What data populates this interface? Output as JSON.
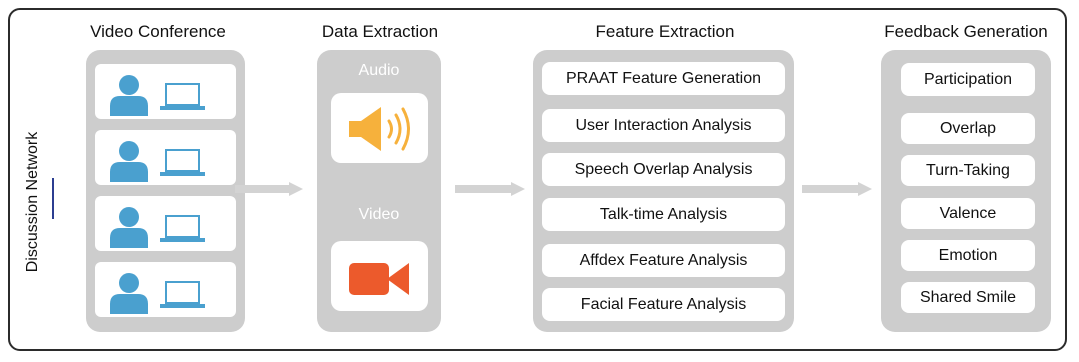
{
  "side_label": "Discussion Network",
  "columns": {
    "video_conference": {
      "title": "Video Conference",
      "rows": [
        {
          "person_icon": "person-icon",
          "laptop_icon": "laptop-icon"
        },
        {
          "person_icon": "person-icon",
          "laptop_icon": "laptop-icon"
        },
        {
          "person_icon": "person-icon",
          "laptop_icon": "laptop-icon"
        },
        {
          "person_icon": "person-icon",
          "laptop_icon": "laptop-icon"
        }
      ]
    },
    "data_extraction": {
      "title": "Data Extraction",
      "audio_label": "Audio",
      "video_label": "Video",
      "audio_icon": "speaker-icon",
      "video_icon": "video-camera-icon"
    },
    "feature_extraction": {
      "title": "Feature Extraction",
      "items": [
        "PRAAT Feature Generation",
        "User Interaction Analysis",
        "Speech Overlap Analysis",
        "Talk-time Analysis",
        "Affdex Feature Analysis",
        "Facial Feature Analysis"
      ]
    },
    "feedback_generation": {
      "title": "Feedback Generation",
      "items": [
        "Participation",
        "Overlap",
        "Turn-Taking",
        "Valence",
        "Emotion",
        "Shared Smile"
      ]
    }
  },
  "colors": {
    "frame": "#2b2b2b",
    "panel": "#cdcdcd",
    "person": "#4aa0cf",
    "speaker": "#f6b13c",
    "camera": "#ec5a2c",
    "arrow": "#d3d3d3",
    "side_line": "#2c3e91"
  }
}
